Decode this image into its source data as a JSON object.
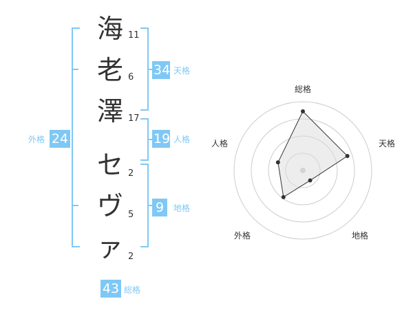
{
  "characters": [
    {
      "char": "海",
      "strokes": "11"
    },
    {
      "char": "老",
      "strokes": "6"
    },
    {
      "char": "澤",
      "strokes": "17"
    },
    {
      "char": "セ",
      "strokes": "2"
    },
    {
      "char": "ヴ",
      "strokes": "5"
    },
    {
      "char": "ァ",
      "strokes": "2"
    }
  ],
  "kaku": {
    "tenkaku": {
      "value": "34",
      "label": "天格"
    },
    "jinkaku": {
      "value": "19",
      "label": "人格"
    },
    "chikaku": {
      "value": "9",
      "label": "地格"
    },
    "gaikaku": {
      "value": "24",
      "label": "外格"
    },
    "soukaku": {
      "value": "43",
      "label": "総格"
    }
  },
  "colors": {
    "accent": "#7fc8f5",
    "text": "#333333",
    "grid": "#cccccc"
  },
  "chart_data": {
    "type": "radar",
    "axes": [
      "総格",
      "天格",
      "地格",
      "外格",
      "人格"
    ],
    "values": [
      0.43,
      0.34,
      0.09,
      0.24,
      0.19
    ],
    "rings": 4,
    "grid": true
  }
}
